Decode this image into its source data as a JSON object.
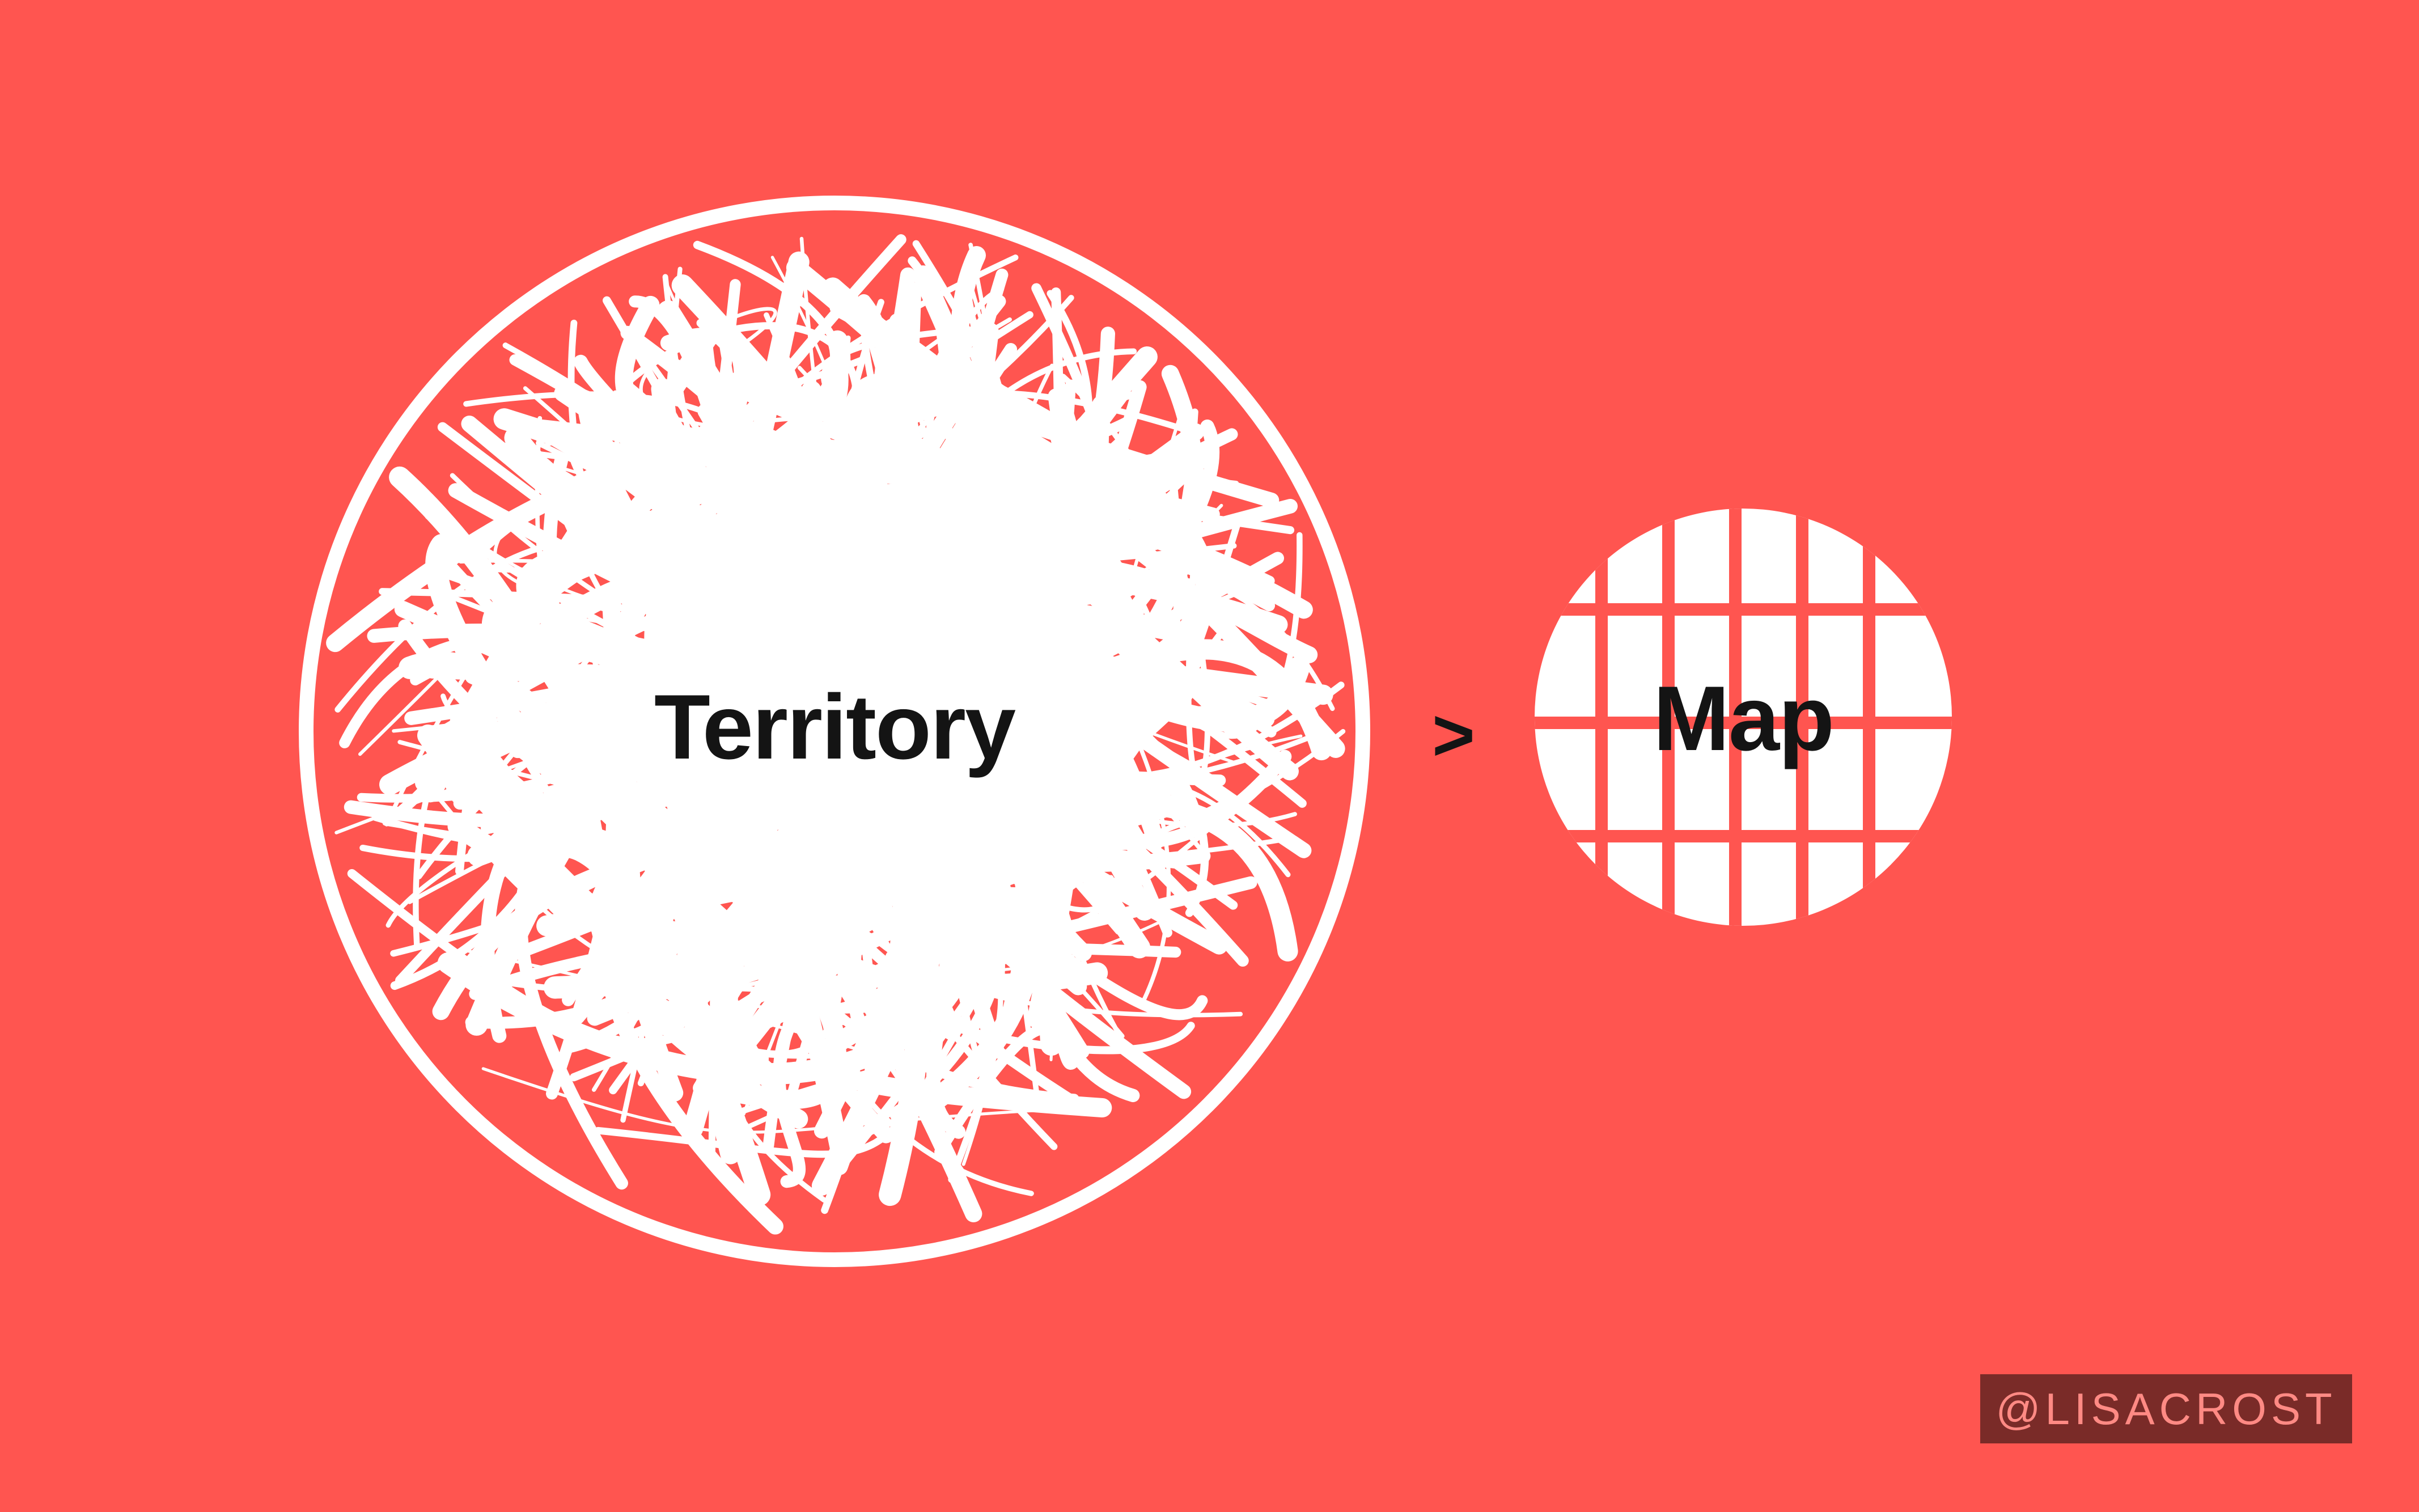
{
  "colors": {
    "background": "#ff5550",
    "shape_fill": "#ffffff",
    "text": "#141414",
    "credit_background": "#7a2b28",
    "credit_text": "#ff8a84"
  },
  "diagram": {
    "left_circle": {
      "label": "Territory",
      "texture": "tangled-scribble"
    },
    "operator": ">",
    "right_circle": {
      "label": "Map",
      "texture": "grid"
    }
  },
  "credit": "@LISACROST"
}
